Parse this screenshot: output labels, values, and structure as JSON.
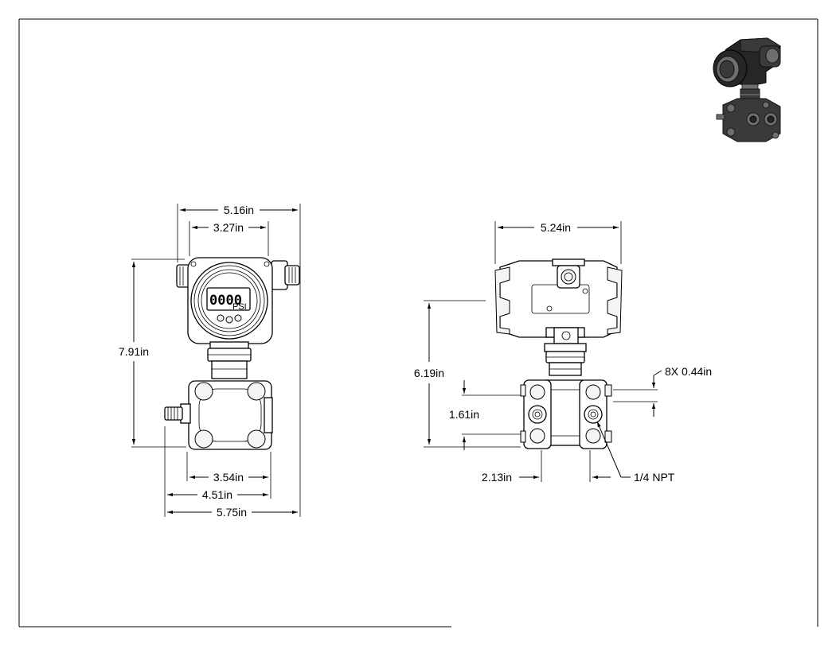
{
  "drawing": {
    "front_view": {
      "dimensions": {
        "overall_width": "5.16in",
        "housing_width": "3.27in",
        "overall_height": "7.91in",
        "flange_width": "3.54in",
        "flange_to_fitting": "4.51in",
        "overall_depth": "5.75in"
      },
      "display": {
        "digits": "0000",
        "unit": "PSI"
      }
    },
    "side_view": {
      "dimensions": {
        "overall_width": "5.24in",
        "height_to_axis": "6.19in",
        "bolt_holes": "8X 0.44in",
        "port_spacing": "1.61in",
        "port_center_distance": "2.13in",
        "port_thread": "1/4 NPT"
      }
    }
  },
  "colors": {
    "line": "#000000",
    "background": "#ffffff",
    "iso_body": "#3a3a3a"
  }
}
